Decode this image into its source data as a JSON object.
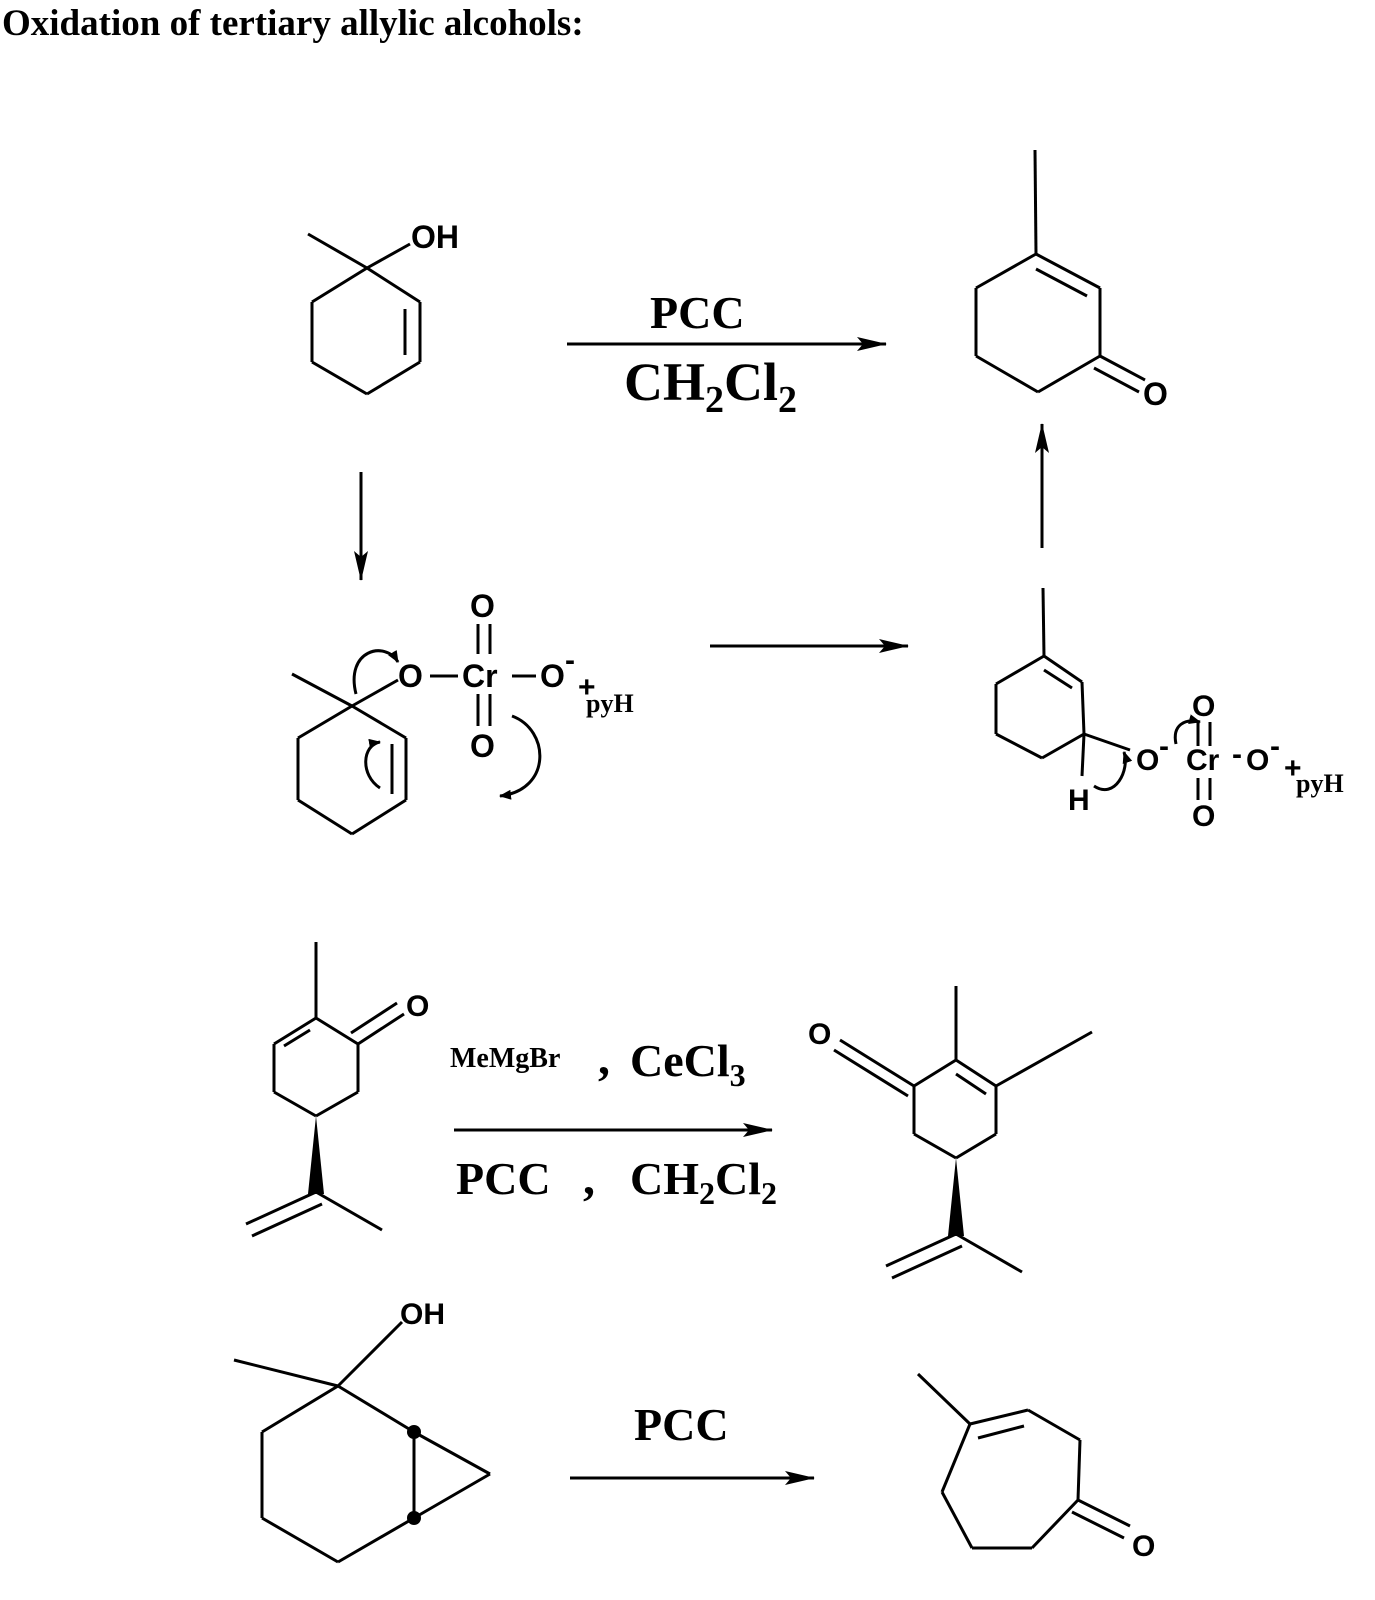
{
  "title": "Oxidation of tertiary allylic alcohols:",
  "reaction1": {
    "reagent_top": "PCC",
    "solvent": {
      "main": "CH",
      "sub1": "2",
      "mid": "Cl",
      "sub2": "2"
    }
  },
  "atoms": {
    "oh": "OH",
    "o": "O",
    "cr": "Cr",
    "o_minus": "O",
    "minus": "-",
    "plus": "+",
    "pyh": "pyH",
    "h": "H"
  },
  "reaction2": {
    "reagent_1": "MeMgBr",
    "comma_1": ",",
    "reagent_2": {
      "main": "CeCl",
      "sub": "3"
    },
    "reagent_3": "PCC",
    "comma_2": ",",
    "solvent": {
      "main": "CH",
      "sub1": "2",
      "mid": "Cl",
      "sub2": "2"
    }
  },
  "reaction3": {
    "reagent": "PCC"
  }
}
